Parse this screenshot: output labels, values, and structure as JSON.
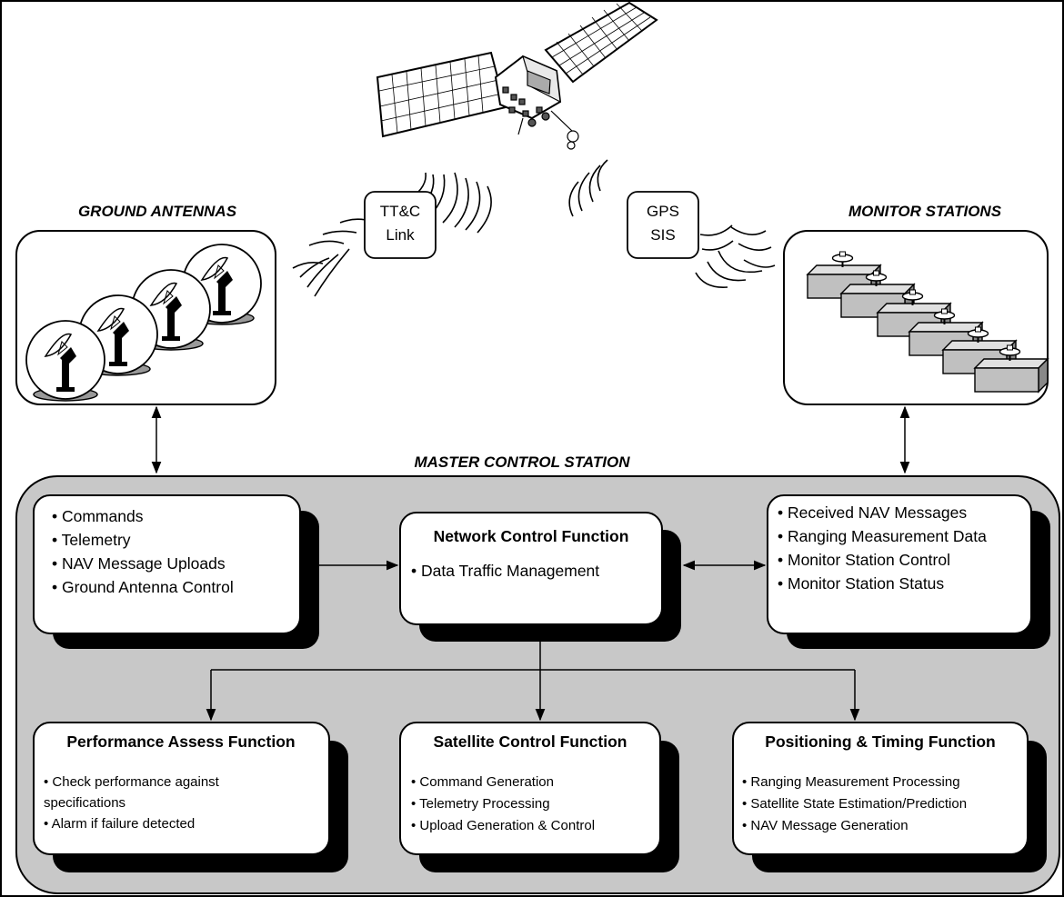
{
  "sections": {
    "ground_antennas": "GROUND ANTENNAS",
    "monitor_stations": "MONITOR STATIONS",
    "master_control_station": "MASTER CONTROL STATION"
  },
  "links": {
    "ttc": [
      "TT&C",
      "Link"
    ],
    "gps": [
      "GPS",
      "SIS"
    ]
  },
  "boxes": {
    "ground_antenna_io": {
      "items": [
        "• Commands",
        "• Telemetry",
        "• NAV Message Uploads",
        "• Ground Antenna Control"
      ]
    },
    "network_control": {
      "title": "Network Control Function",
      "items": [
        "• Data Traffic Management"
      ]
    },
    "monitor_station_io": {
      "items": [
        "• Received NAV Messages",
        "• Ranging Measurement Data",
        "• Monitor Station Control",
        "• Monitor Station Status"
      ]
    },
    "performance_assess": {
      "title": "Performance Assess Function",
      "items": [
        "• Check performance against",
        "specifications",
        "• Alarm if failure detected"
      ]
    },
    "satellite_control": {
      "title": "Satellite Control Function",
      "items": [
        "• Command Generation",
        "• Telemetry Processing",
        "• Upload Generation & Control"
      ]
    },
    "positioning_timing": {
      "title": "Positioning & Timing Function",
      "items": [
        "• Ranging Measurement Processing",
        "• Satellite State Estimation/Prediction",
        "• NAV Message Generation"
      ]
    }
  },
  "colors": {
    "panel_fill": "#c8c8c8",
    "shadow": "#000000",
    "box_fill": "#ffffff",
    "station_fill": "#c0c0c0"
  },
  "icons": [
    "satellite-icon",
    "ground-antenna-icon",
    "monitor-station-icon",
    "radio-wave-icon"
  ]
}
